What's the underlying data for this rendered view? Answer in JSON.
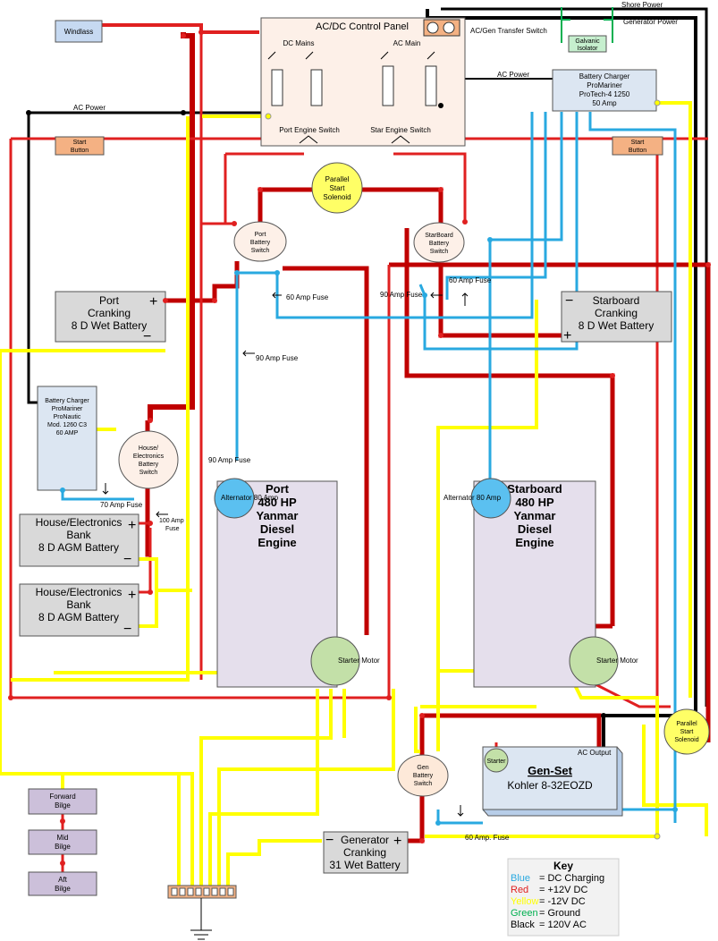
{
  "panel": {
    "title": "AC/DC Control Panel",
    "dc_mains": "DC Mains",
    "ac_main": "AC Main",
    "port_switch": "Port Engine Switch",
    "star_switch": "Star Engine Switch",
    "transfer": "AC/Gen Transfer Switch"
  },
  "labels": {
    "windlass": "Windlass",
    "shore_power": "Shore Power",
    "generator_power": "Generator Power",
    "galvanic": [
      "Galvanic",
      "Isolator"
    ],
    "ac_power_top": "AC Power",
    "ac_power_left": "AC Power",
    "start_button_left": [
      "Start",
      "Button"
    ],
    "start_button_right": [
      "Start",
      "Button"
    ],
    "charger_top": [
      "Battery Charger",
      "ProMariner",
      "ProTech-4 1250",
      "50 Amp"
    ],
    "charger_left": [
      "Battery Charger",
      "ProMariner",
      "ProNautic",
      "Mod. 1260 C3",
      "60 AMP"
    ],
    "parallel_top": [
      "Parallel",
      "Start",
      "Solenoid"
    ],
    "parallel_right": [
      "Parallel",
      "Start",
      "Solenoid"
    ],
    "port_switch": [
      "Port",
      "Battery",
      "Switch"
    ],
    "star_switch": [
      "StarBoard",
      "Battery",
      "Switch"
    ],
    "house_switch": [
      "House/",
      "Electronics",
      "Battery",
      "Switch"
    ],
    "gen_switch": [
      "Gen",
      "Battery",
      "Switch"
    ],
    "port_cranking": [
      "Port",
      "Cranking",
      "8 D Wet Battery"
    ],
    "star_cranking": [
      "Starboard",
      "Cranking",
      "8 D Wet Battery"
    ],
    "house1": [
      "House/Electronics",
      "Bank",
      "8 D AGM Battery"
    ],
    "house2": [
      "House/Electronics",
      "Bank",
      "8 D AGM Battery"
    ],
    "gen_cranking": [
      "Generator",
      "Cranking",
      "31 Wet Battery"
    ],
    "fuse_60_port": "60 Amp Fuse",
    "fuse_90_star": "90 Amp Fuse",
    "fuse_60_star": "60 Amp Fuse",
    "fuse_90_port": "90 Amp Fuse",
    "fuse_90_alt": "90 Amp Fuse",
    "fuse_70": "70 Amp Fuse",
    "fuse_100": [
      "100 Amp",
      "Fuse"
    ],
    "fuse_60_gen": "60 Amp. Fuse",
    "alt_port": "Alternator 80 Amp",
    "alt_star": "Alternator 80 Amp",
    "port_engine": [
      "Port",
      "480 HP",
      "Yanmar",
      "Diesel",
      "Engine"
    ],
    "star_engine": [
      "Starboard",
      "480 HP",
      "Yanmar",
      "Diesel",
      "Engine"
    ],
    "starter_port": "Starter Motor",
    "starter_star": "Starter Motor",
    "starter_gen": "Starter",
    "genset_title": "Gen-Set",
    "genset_model": "Kohler 8-32EOZD",
    "ac_output": "AC Output",
    "bilge_fwd": [
      "Forward",
      "Bilge"
    ],
    "bilge_mid": [
      "Mid",
      "Bilge"
    ],
    "bilge_aft": [
      "Aft",
      "Bilge"
    ]
  },
  "key": {
    "title": "Key",
    "rows": [
      {
        "name": "Blue",
        "desc": "= DC Charging",
        "color": "#29a9e0"
      },
      {
        "name": "Red",
        "desc": "= +12V DC",
        "color": "#e02020"
      },
      {
        "name": "Yellow",
        "desc": "= -12V DC",
        "color": "#ffff00"
      },
      {
        "name": "Green",
        "desc": "= Ground",
        "color": "#00b050"
      },
      {
        "name": "Black",
        "desc": "= 120V AC",
        "color": "#000000"
      }
    ]
  }
}
